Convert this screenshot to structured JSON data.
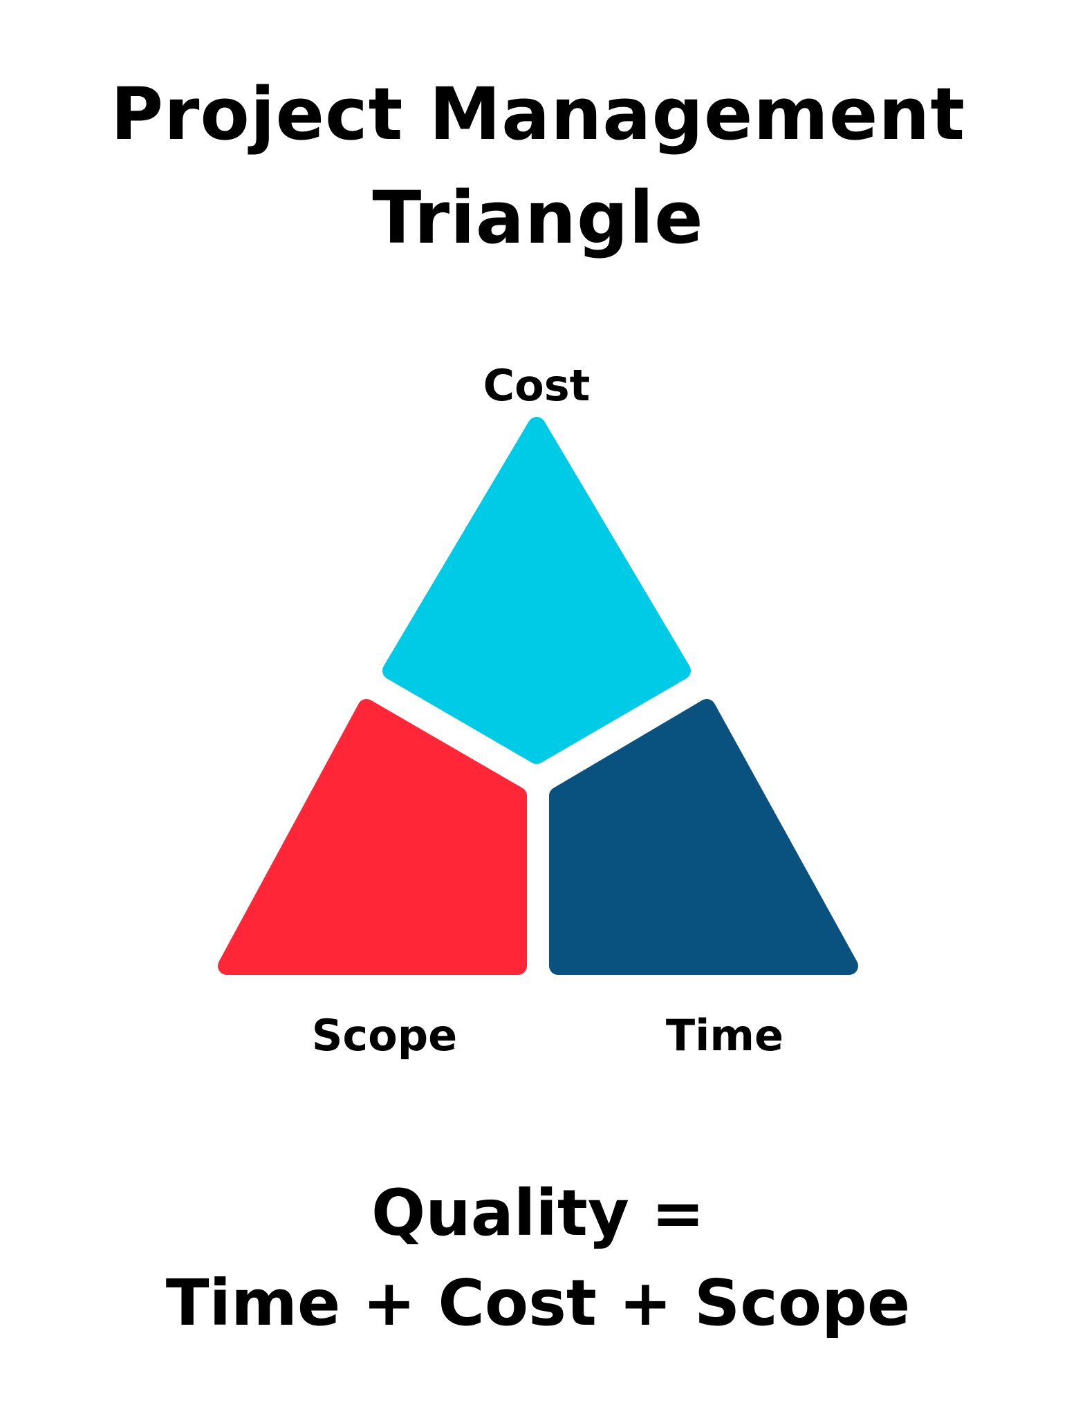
{
  "title": {
    "line1": "Project Management",
    "line2": "Triangle"
  },
  "diagram": {
    "type": "project-management-triangle",
    "segments": [
      {
        "id": "cost",
        "label": "Cost",
        "position": "top",
        "color": "#00CBE6"
      },
      {
        "id": "scope",
        "label": "Scope",
        "position": "bottom-left",
        "color": "#FF2638"
      },
      {
        "id": "time",
        "label": "Time",
        "position": "bottom-right",
        "color": "#09527F"
      }
    ]
  },
  "formula": {
    "line1": "Quality =",
    "line2": "Time + Cost + Scope"
  },
  "colors": {
    "background": "#FFFFFF",
    "text": "#000000",
    "cost": "#00CBE6",
    "scope": "#FF2638",
    "time": "#09527F"
  }
}
